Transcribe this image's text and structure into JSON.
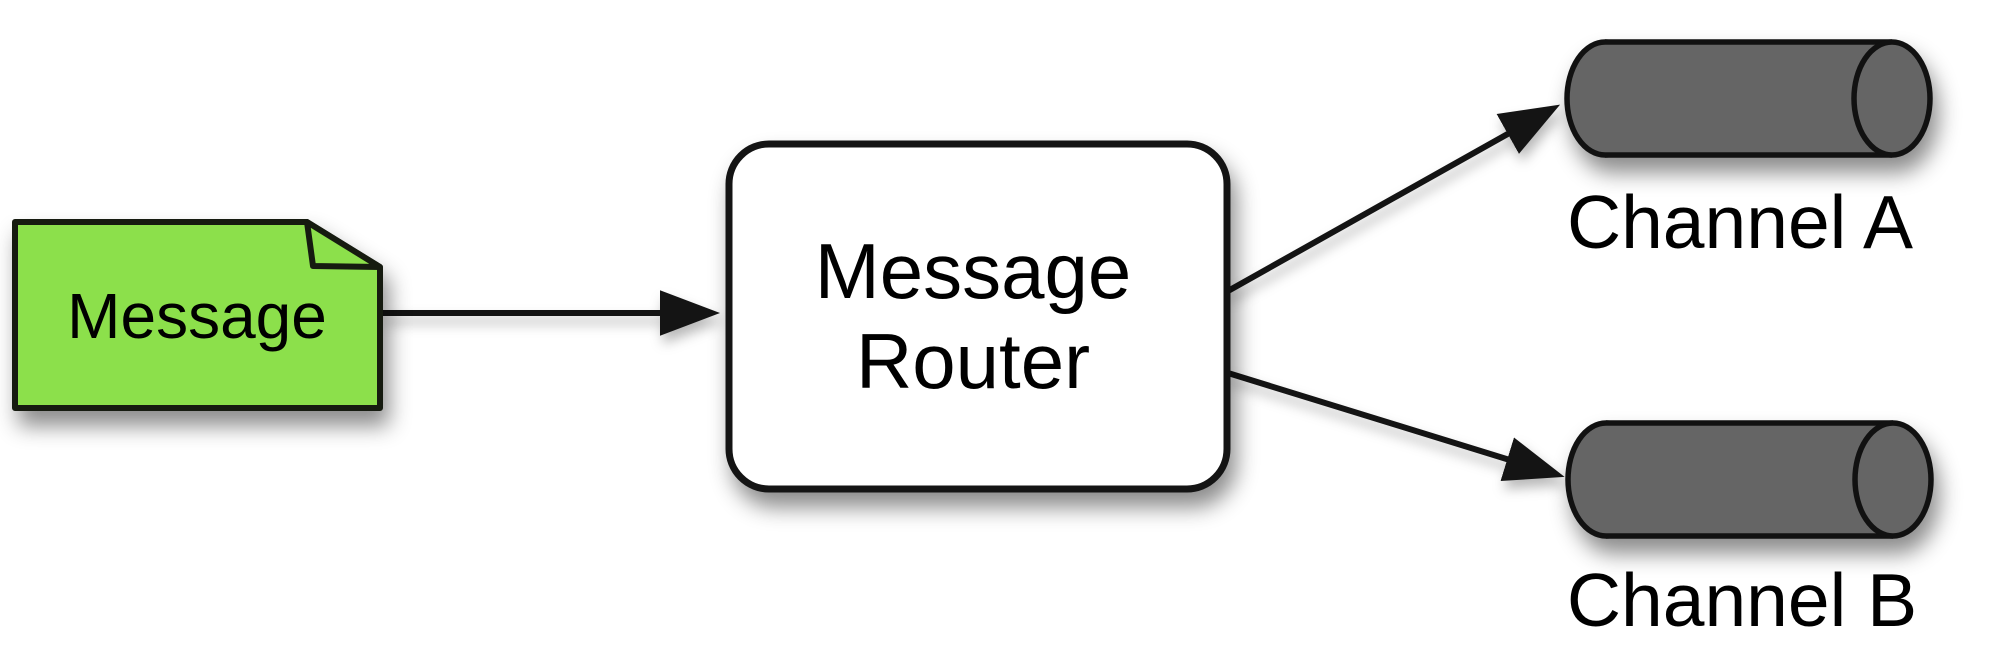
{
  "diagram": {
    "type": "flow-diagram",
    "pattern_name": "Message Router",
    "background_color": "#ffffff",
    "colors": {
      "message_fill": "#8ce04b",
      "channel_fill": "#656565",
      "router_fill": "#ffffff",
      "outline": "#141414",
      "text": "#000000"
    },
    "nodes": {
      "message": {
        "label": "Message",
        "shape": "note"
      },
      "router": {
        "label": "Message Router",
        "label_lines": [
          "Message",
          "Router"
        ],
        "shape": "rounded-rectangle"
      },
      "channel_a": {
        "label": "Channel A",
        "shape": "pipe-cylinder"
      },
      "channel_b": {
        "label": "Channel B",
        "shape": "pipe-cylinder"
      }
    },
    "edges": [
      {
        "from": "message",
        "to": "router",
        "style": "solid-arrow"
      },
      {
        "from": "router",
        "to": "channel_a",
        "style": "solid-arrow"
      },
      {
        "from": "router",
        "to": "channel_b",
        "style": "solid-arrow"
      }
    ]
  }
}
